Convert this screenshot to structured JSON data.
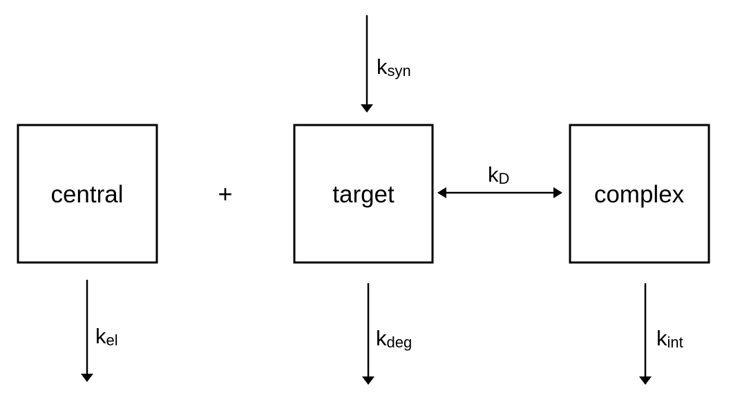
{
  "compartments": {
    "central": "central",
    "target": "target",
    "complex": "complex"
  },
  "operator": "+",
  "rates": {
    "synthesis": {
      "symbol": "k",
      "sub": "syn"
    },
    "binding": {
      "symbol": "k",
      "sub": "D"
    },
    "elimination": {
      "symbol": "k",
      "sub": "el"
    },
    "degradation": {
      "symbol": "k",
      "sub": "deg"
    },
    "internalization": {
      "symbol": "k",
      "sub": "int"
    }
  }
}
